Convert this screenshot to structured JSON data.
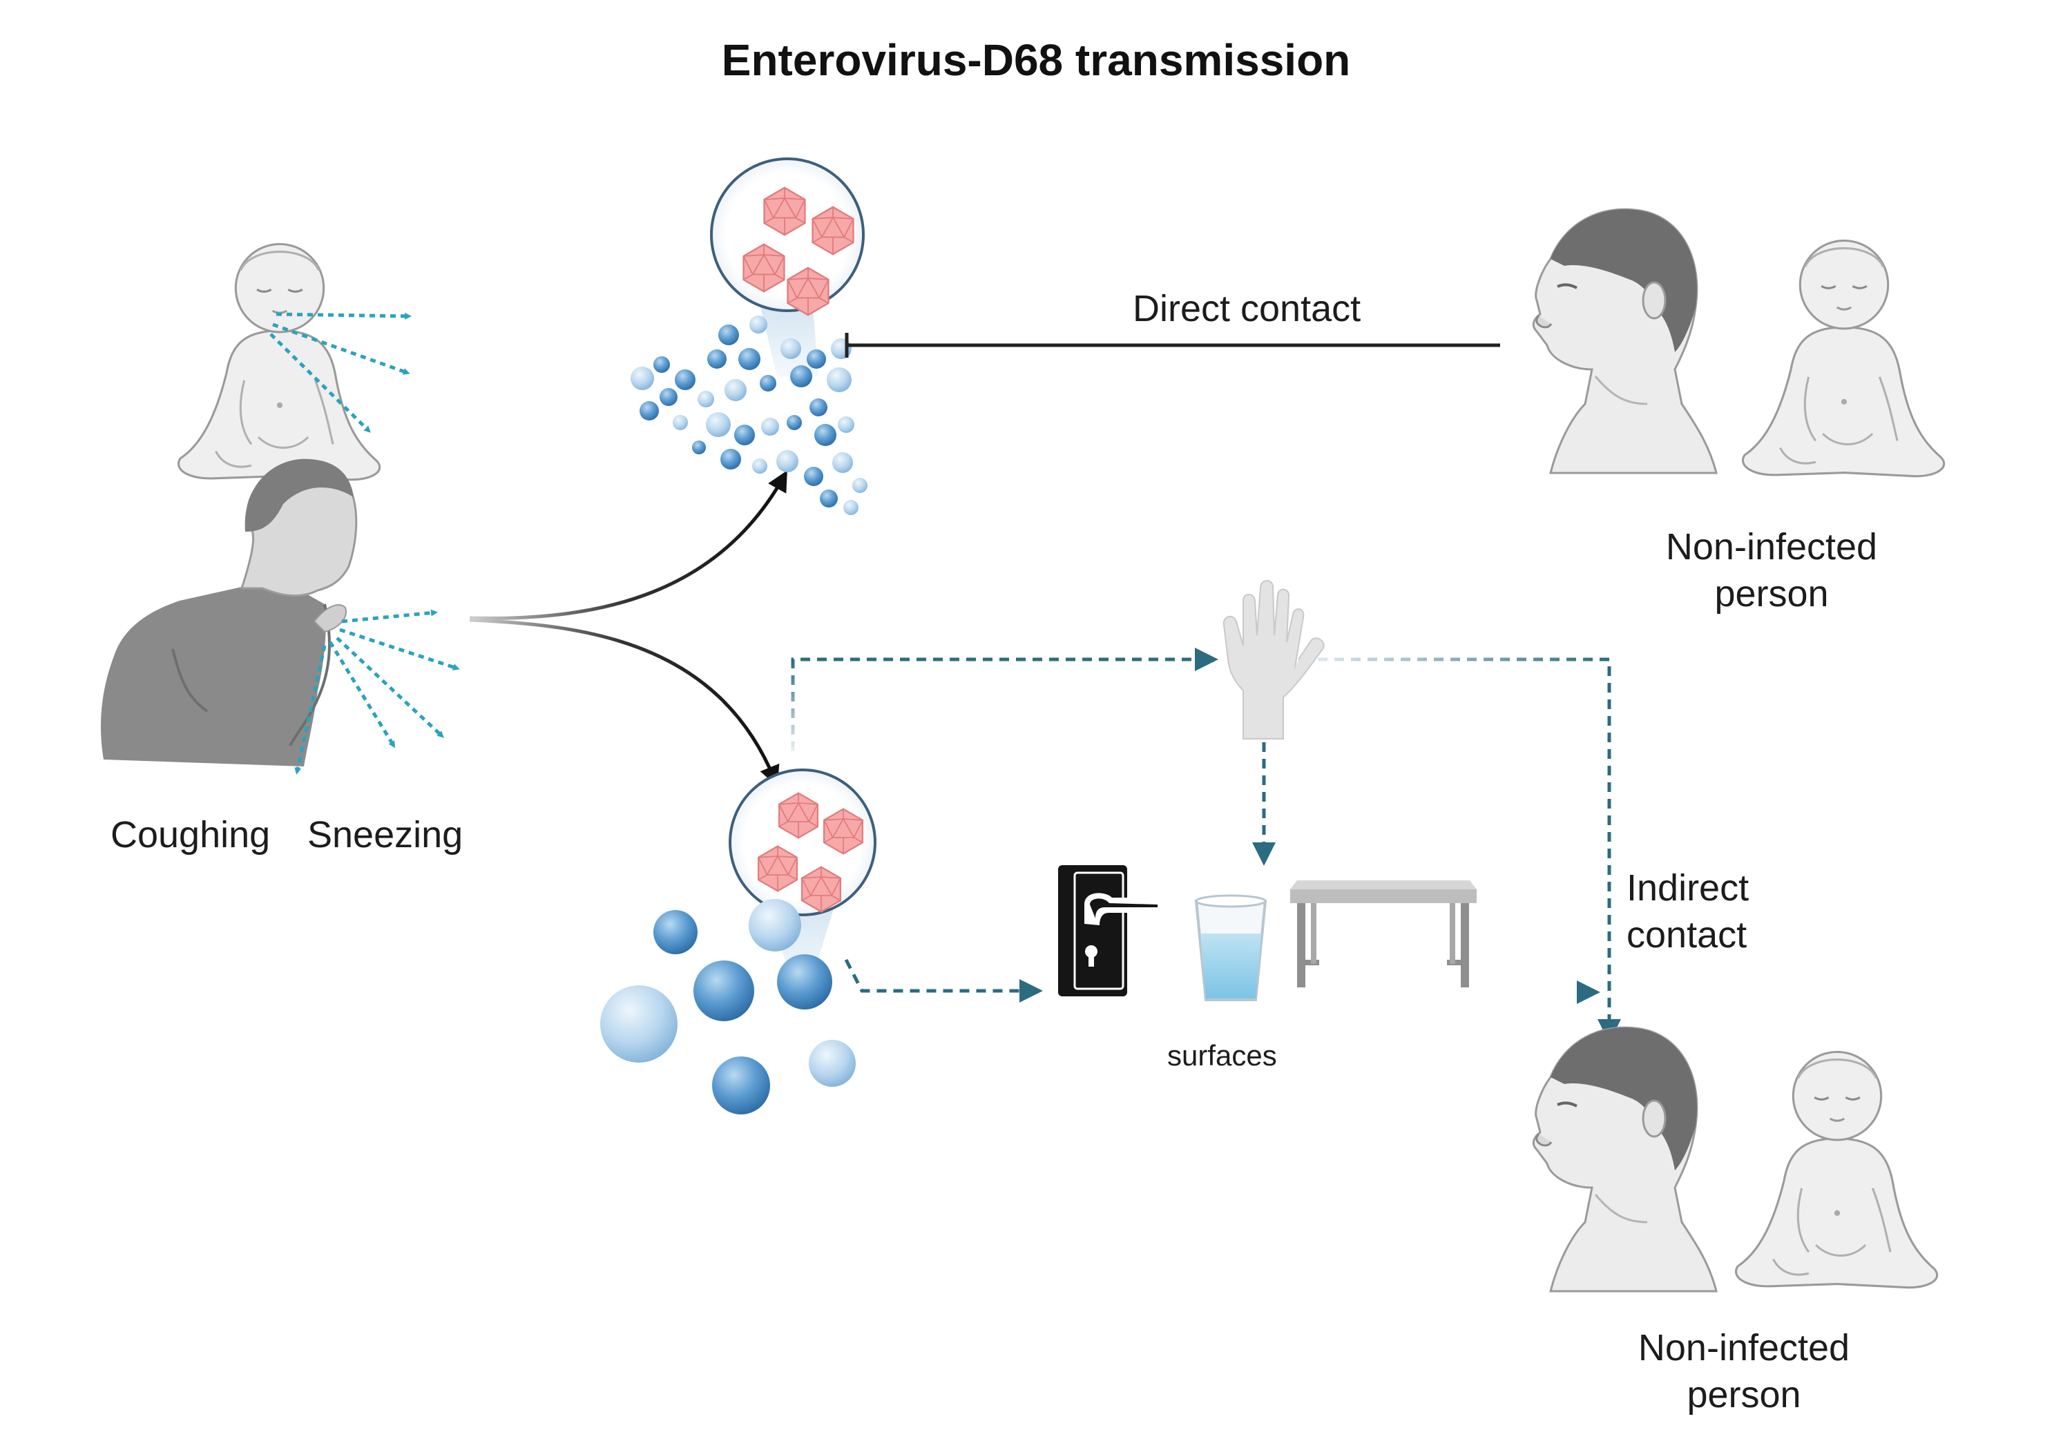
{
  "title": "Enterovirus-D68 transmission",
  "labels": {
    "coughing": "Coughing",
    "sneezing": "Sneezing",
    "direct_contact": "Direct contact",
    "indirect_contact": [
      "Indirect",
      "contact"
    ],
    "surfaces": "surfaces",
    "non_infected_top": [
      "Non-infected",
      "person"
    ],
    "non_infected_bottom": [
      "Non-infected",
      "person"
    ]
  },
  "colors": {
    "spray": "#2aa3bd",
    "indirect_arrow": "#2c6b80",
    "droplet_dark": "#4e8fc6",
    "droplet_light": "#a9cdea",
    "virus": "#f4a3a3",
    "skin": "#efefef",
    "hair": "#6a6a6a",
    "direct_line": "#222222"
  },
  "icons": [
    "infected-baby-icon",
    "coughing-man-icon",
    "virus-magnifier-icon",
    "droplets-icon",
    "hand-icon",
    "door-handle-icon",
    "water-glass-icon",
    "table-icon",
    "man-head-icon",
    "baby-icon"
  ]
}
